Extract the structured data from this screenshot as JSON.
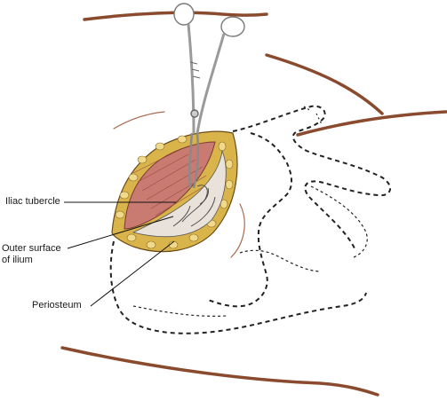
{
  "labels": {
    "iliac_tubercle": "Iliac tubercle",
    "outer_surface_line1": "Outer surface",
    "outer_surface_line2": "of ilium",
    "periosteum": "Periosteum"
  },
  "colors": {
    "skin_outline": "#8a4a2e",
    "wound_fat": "#d9b44a",
    "muscle": "#c97b72",
    "bone_outline": "#222222",
    "instrument": "#9a9a9a"
  }
}
